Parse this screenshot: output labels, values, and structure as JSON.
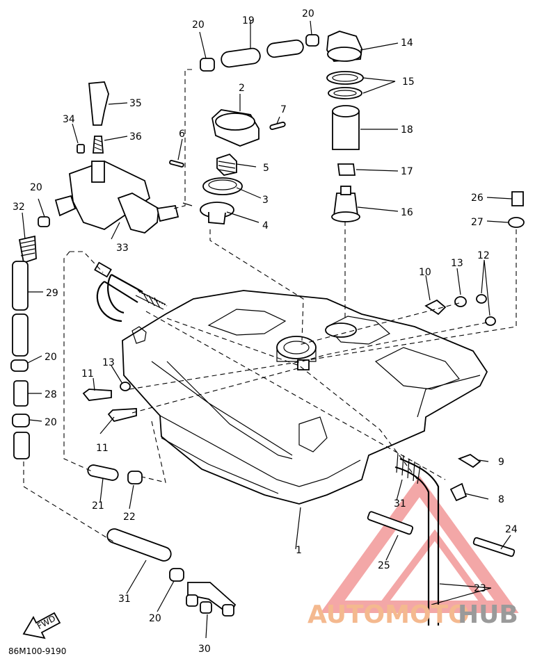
{
  "diagram": {
    "labels": [
      "1",
      "2",
      "3",
      "4",
      "5",
      "6",
      "7",
      "8",
      "9",
      "10",
      "11",
      "11",
      "12",
      "13",
      "13",
      "14",
      "15",
      "16",
      "17",
      "18",
      "19",
      "20",
      "20",
      "20",
      "20",
      "20",
      "20",
      "21",
      "22",
      "23",
      "24",
      "25",
      "26",
      "27",
      "28",
      "29",
      "30",
      "31",
      "31",
      "32",
      "33",
      "34",
      "35",
      "36"
    ],
    "drawing_code": "86M100-9190",
    "fwd_arrow": "FWD"
  },
  "watermark": {
    "part1": "AUTOMOTO",
    "part2": "HUB",
    "color_main": "#f4b98f",
    "color_accent": "#9a9a9a",
    "triangle_color": "#f08a8a"
  }
}
